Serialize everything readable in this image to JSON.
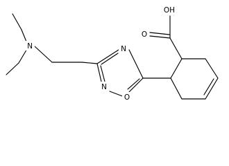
{
  "molecule": {
    "labels": {
      "hydroxyl": "OH",
      "carbonyl_oxygen": "O",
      "amine_nitrogen": "N",
      "ring_nitrogen_upper": "N",
      "ring_nitrogen_lower": "N",
      "ring_oxygen": "O"
    },
    "colors": {
      "bond": "#000000",
      "text": "#000000",
      "background": "#ffffff"
    }
  }
}
